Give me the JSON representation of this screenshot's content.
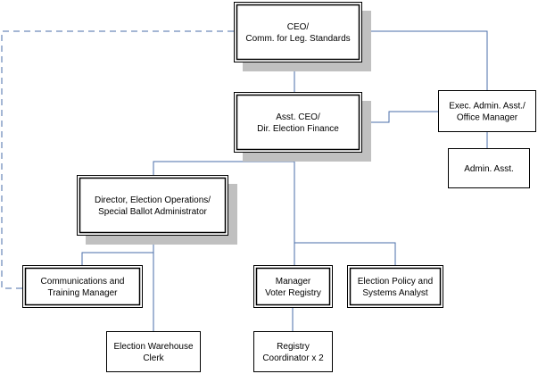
{
  "colors": {
    "connector": "#4a6ea9",
    "shadow": "#c0c0c0",
    "border": "#000000",
    "fill": "#ffffff"
  },
  "nodes": [
    {
      "id": "ceo",
      "lines": [
        "CEO/",
        "Comm. for Leg. Standards"
      ]
    },
    {
      "id": "asst_ceo",
      "lines": [
        "Asst. CEO/",
        "Dir. Election Finance"
      ]
    },
    {
      "id": "exec_admin",
      "lines": [
        "Exec. Admin. Asst./",
        "Office Manager"
      ]
    },
    {
      "id": "admin_asst",
      "lines": [
        "Admin. Asst."
      ]
    },
    {
      "id": "director_ops",
      "lines": [
        "Director, Election Operations/",
        "Special Ballot Administrator"
      ]
    },
    {
      "id": "comm_training",
      "lines": [
        "Communications and",
        "Training Manager"
      ]
    },
    {
      "id": "warehouse",
      "lines": [
        "Election Warehouse",
        "Clerk"
      ]
    },
    {
      "id": "voter_registry",
      "lines": [
        "Manager",
        "Voter Registry"
      ]
    },
    {
      "id": "policy_analyst",
      "lines": [
        "Election Policy and",
        "Systems Analyst"
      ]
    },
    {
      "id": "registry_coord",
      "lines": [
        "Registry",
        "Coordinator x 2"
      ]
    }
  ]
}
